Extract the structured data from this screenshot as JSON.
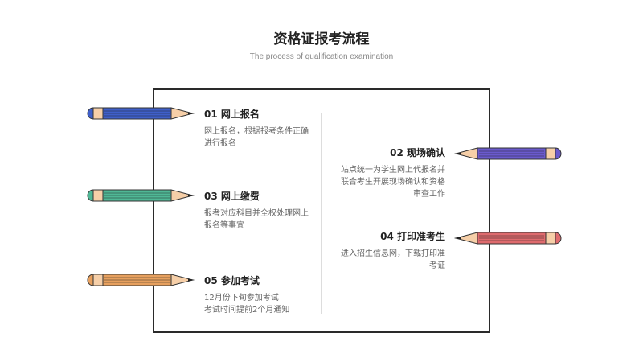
{
  "header": {
    "title": "资格证报考流程",
    "subtitle": "The process of qualification examination"
  },
  "steps": [
    {
      "title": "01 网上报名",
      "desc": "网上报名，根据报考条件正确进行报名",
      "color": "#3f5fc9"
    },
    {
      "title": "02 现场确认",
      "desc": "站点统一为学生网上代报名并联合考生开展现场确认和资格审查工作",
      "color": "#6a5acd"
    },
    {
      "title": "03 网上缴费",
      "desc": "报考对应科目并全权处理网上报名等事宜",
      "color": "#4fb795"
    },
    {
      "title": "04 打印准考生",
      "desc": "进入招生信息网，下载打印准考证",
      "color": "#df6b6e"
    },
    {
      "title": "05 参加考试",
      "desc": "12月份下旬参加考试\n考试时间提前2个月通知",
      "color": "#e7a05e"
    }
  ]
}
